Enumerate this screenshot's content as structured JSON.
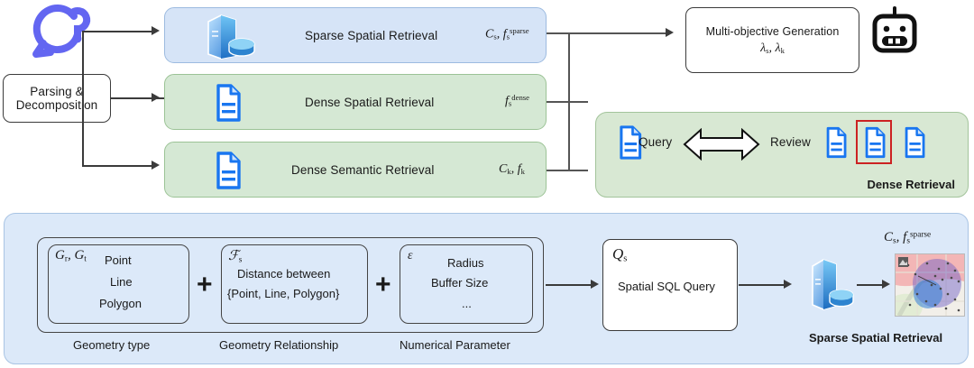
{
  "diagram": {
    "logo": {
      "icon": "speech-bubble-question-icon",
      "color": "#6366f1"
    },
    "input_node": {
      "line1": "Parsing &",
      "line2": "Decomposition"
    },
    "branches": [
      {
        "id": "sparse-spatial",
        "icon": "database-server-icon",
        "label": "Sparse Spatial Retrieval",
        "formula_base": "C",
        "formula": "Cs, fs^sparse",
        "color": "#d6e4f7"
      },
      {
        "id": "dense-spatial",
        "icon": "document-icon",
        "label": "Dense Spatial Retrieval",
        "formula": "fs^dense",
        "color": "#d5e8d4"
      },
      {
        "id": "dense-semantic",
        "icon": "document-icon",
        "label": "Dense Semantic Retrieval",
        "formula": "Ck, fk",
        "color": "#d5e8d4"
      }
    ],
    "generation": {
      "title": "Multi-objective Generation",
      "formula": "lambda_s, lambda_k",
      "robot_icon": "robot-icon"
    },
    "dense_retrieval_panel": {
      "query_label": "Query",
      "arrow_icon": "double-arrow-icon",
      "review_label": "Review",
      "documents": 3,
      "highlighted_index": 1,
      "highlight_color": "#cc2222",
      "caption": "Dense Retrieval"
    },
    "sparse_panel": {
      "caption": "Sparse Spatial Retrieval",
      "output_formula": "Cs, fs^sparse",
      "components": [
        {
          "tag": "Gr, Gt",
          "items": [
            "Point",
            "Line",
            "Polygon"
          ],
          "caption": "Geometry type"
        },
        {
          "tag": "Fs",
          "items": [
            "Distance between",
            "{Point, Line, Polygon}"
          ],
          "caption": "Geometry Relationship"
        },
        {
          "tag": "epsilon",
          "items": [
            "Radius",
            "Buffer Size",
            "..."
          ],
          "caption": "Numerical Parameter"
        }
      ],
      "plus_symbol": "+",
      "query_box": {
        "tag": "Qs",
        "label": "Spatial SQL Query"
      },
      "db_icon": "database-server-icon",
      "map_thumbnail": "map-result-image"
    }
  }
}
